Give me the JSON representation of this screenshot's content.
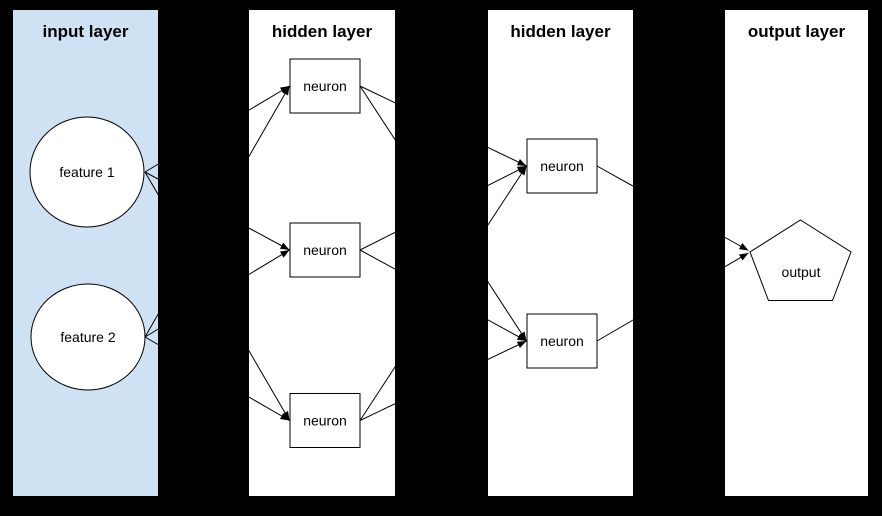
{
  "diagram_type": "neural-network-layers",
  "style": {
    "background": "#000000",
    "edge_color": "#000000",
    "node_fill": "#ffffff",
    "node_stroke": "#000000"
  },
  "layers": {
    "input": {
      "title": "input layer",
      "fill": "#cfe2f3"
    },
    "hidden1": {
      "title": "hidden layer",
      "fill": "#ffffff"
    },
    "hidden2": {
      "title": "hidden layer",
      "fill": "#ffffff"
    },
    "output": {
      "title": "output layer",
      "fill": "#ffffff"
    }
  },
  "nodes": {
    "feature1": {
      "label": "feature 1",
      "shape": "circle",
      "layer": "input"
    },
    "feature2": {
      "label": "feature 2",
      "shape": "circle",
      "layer": "input"
    },
    "h1n1": {
      "label": "neuron",
      "shape": "rectangle",
      "layer": "hidden1"
    },
    "h1n2": {
      "label": "neuron",
      "shape": "rectangle",
      "layer": "hidden1"
    },
    "h1n3": {
      "label": "neuron",
      "shape": "rectangle",
      "layer": "hidden1"
    },
    "h2n1": {
      "label": "neuron",
      "shape": "rectangle",
      "layer": "hidden2"
    },
    "h2n2": {
      "label": "neuron",
      "shape": "rectangle",
      "layer": "hidden2"
    },
    "out": {
      "label": "output",
      "shape": "pentagon",
      "layer": "output"
    }
  },
  "edges": [
    {
      "from": "feature1",
      "to": "h1n1"
    },
    {
      "from": "feature1",
      "to": "h1n2"
    },
    {
      "from": "feature1",
      "to": "h1n3"
    },
    {
      "from": "feature2",
      "to": "h1n1"
    },
    {
      "from": "feature2",
      "to": "h1n2"
    },
    {
      "from": "feature2",
      "to": "h1n3"
    },
    {
      "from": "h1n1",
      "to": "h2n1"
    },
    {
      "from": "h1n1",
      "to": "h2n2"
    },
    {
      "from": "h1n2",
      "to": "h2n1"
    },
    {
      "from": "h1n2",
      "to": "h2n2"
    },
    {
      "from": "h1n3",
      "to": "h2n1"
    },
    {
      "from": "h1n3",
      "to": "h2n2"
    },
    {
      "from": "h2n1",
      "to": "out"
    },
    {
      "from": "h2n2",
      "to": "out"
    }
  ]
}
